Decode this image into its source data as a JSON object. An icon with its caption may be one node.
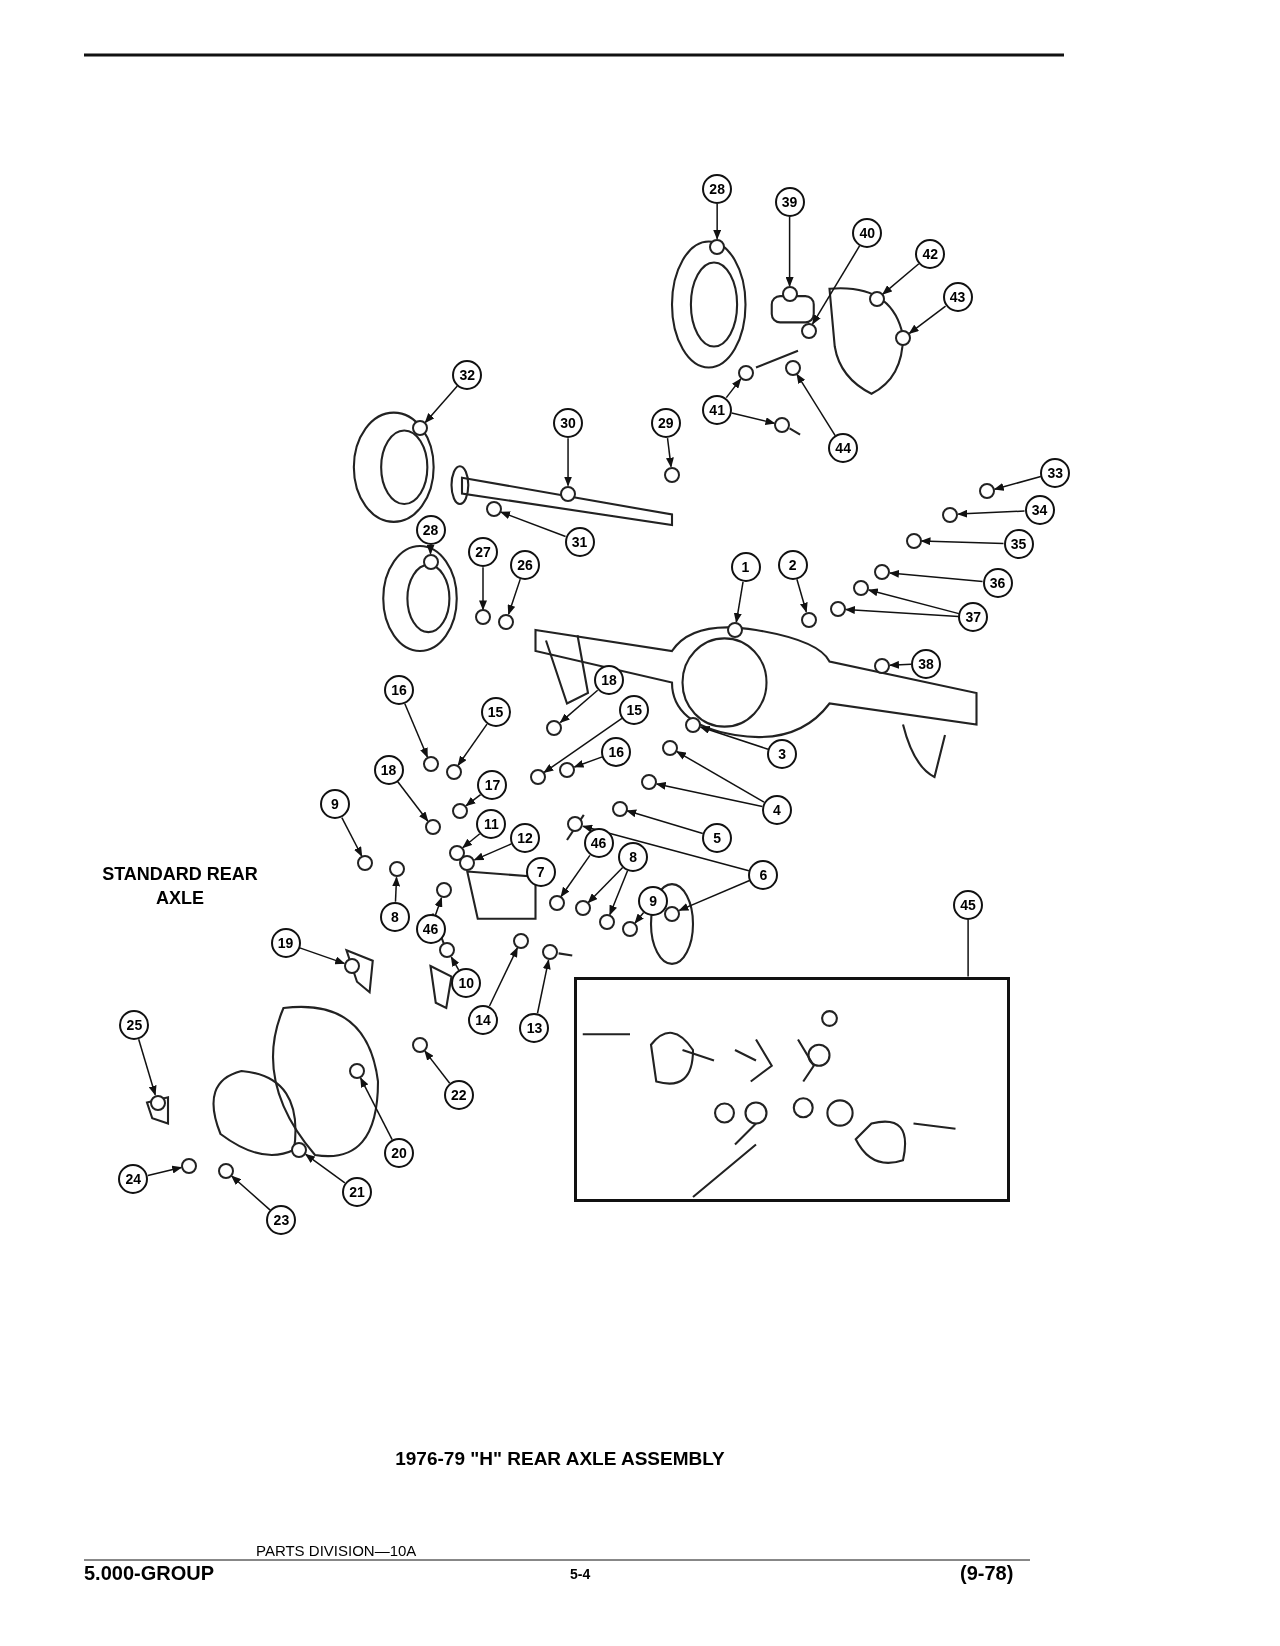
{
  "diagram": {
    "title": "1976-79 \"H\" REAR AXLE ASSEMBLY",
    "nodes": [
      {
        "text": [
          "28"
        ]
      },
      {
        "text": [
          "39"
        ]
      },
      {
        "text": [
          "40"
        ]
      },
      {
        "text": [
          "42"
        ]
      },
      {
        "text": [
          "43"
        ]
      },
      {
        "text": [
          "32"
        ]
      },
      {
        "text": [
          "30"
        ]
      },
      {
        "text": [
          "29"
        ]
      },
      {
        "text": [
          "41"
        ]
      },
      {
        "text": [
          "44"
        ]
      },
      {
        "text": [
          "33"
        ]
      },
      {
        "text": [
          "34"
        ]
      },
      {
        "text": [
          "35"
        ]
      },
      {
        "text": [
          "31"
        ]
      },
      {
        "text": [
          "28"
        ]
      },
      {
        "text": [
          "27"
        ]
      },
      {
        "text": [
          "26"
        ]
      },
      {
        "text": [
          "1"
        ]
      },
      {
        "text": [
          "2"
        ]
      },
      {
        "text": [
          "36"
        ]
      },
      {
        "text": [
          "37"
        ]
      },
      {
        "text": [
          "38"
        ]
      },
      {
        "text": [
          "16"
        ]
      },
      {
        "text": [
          "15"
        ]
      },
      {
        "text": [
          "18"
        ]
      },
      {
        "text": [
          "15"
        ]
      },
      {
        "text": [
          "16"
        ]
      },
      {
        "text": [
          "3"
        ]
      },
      {
        "text": [
          "17"
        ]
      },
      {
        "text": [
          "18"
        ]
      },
      {
        "text": [
          "4"
        ]
      },
      {
        "text": [
          "5"
        ]
      },
      {
        "text": [
          "9"
        ]
      },
      {
        "text": [
          "11"
        ]
      },
      {
        "text": [
          "12"
        ]
      },
      {
        "text": [
          "46"
        ]
      },
      {
        "text": [
          "8"
        ]
      },
      {
        "text": [
          "6"
        ]
      },
      {
        "text": [
          "7"
        ]
      },
      {
        "text": [
          "9"
        ]
      },
      {
        "text": [
          "8"
        ]
      },
      {
        "text": [
          "46"
        ]
      },
      {
        "text": [
          "45"
        ]
      },
      {
        "text": [
          "19"
        ]
      },
      {
        "text": [
          "10"
        ]
      },
      {
        "text": [
          "14"
        ]
      },
      {
        "text": [
          "13"
        ]
      },
      {
        "text": [
          "25"
        ]
      },
      {
        "text": [
          "22"
        ]
      },
      {
        "text": [
          "20"
        ]
      },
      {
        "text": [],
        "shape": "box"
      },
      {
        "text": [
          "24"
        ]
      },
      {
        "text": [
          "21"
        ]
      },
      {
        "text": [
          "23"
        ]
      },
      {
        "text": [],
        "shape": "circle"
      },
      {
        "text": [],
        "shape": "circle"
      },
      {
        "text": [],
        "shape": "circle"
      },
      {
        "text": [],
        "shape": "circle"
      },
      {
        "text": [],
        "shape": "circle"
      },
      {
        "text": [],
        "shape": "circle"
      },
      {
        "text": [],
        "shape": "circle"
      },
      {
        "text": [],
        "shape": "circle"
      },
      {
        "text": [],
        "shape": "circle"
      },
      {
        "text": [],
        "shape": "circle"
      },
      {
        "text": [],
        "shape": "circle"
      },
      {
        "text": [],
        "shape": "circle"
      },
      {
        "text": [],
        "shape": "circle"
      },
      {
        "text": [],
        "shape": "circle"
      },
      {
        "text": [],
        "shape": "circle"
      },
      {
        "text": [],
        "shape": "circle"
      },
      {
        "text": [],
        "shape": "circle"
      },
      {
        "text": [],
        "shape": "circle"
      },
      {
        "text": [],
        "shape": "circle"
      },
      {
        "text": [],
        "shape": "circle"
      },
      {
        "text": [],
        "shape": "circle"
      },
      {
        "text": [],
        "shape": "circle"
      },
      {
        "text": [],
        "shape": "circle"
      },
      {
        "text": [],
        "shape": "circle"
      },
      {
        "text": [],
        "shape": "circle"
      },
      {
        "text": [],
        "shape": "circle"
      },
      {
        "text": [],
        "shape": "circle"
      },
      {
        "text": [],
        "shape": "circle"
      },
      {
        "text": [],
        "shape": "circle"
      },
      {
        "text": [],
        "shape": "circle"
      },
      {
        "text": [],
        "shape": "circle"
      },
      {
        "text": [],
        "shape": "circle"
      },
      {
        "text": [],
        "shape": "circle"
      },
      {
        "text": [],
        "shape": "circle"
      },
      {
        "text": [],
        "shape": "circle"
      },
      {
        "text": [],
        "shape": "circle"
      },
      {
        "text": [],
        "shape": "circle"
      },
      {
        "text": [],
        "shape": "circle"
      },
      {
        "text": [],
        "shape": "circle"
      },
      {
        "text": [],
        "shape": "circle"
      },
      {
        "text": [],
        "shape": "circle"
      },
      {
        "text": [],
        "shape": "circle"
      },
      {
        "text": [],
        "shape": "circle"
      },
      {
        "text": [],
        "shape": "circle"
      },
      {
        "text": [],
        "shape": "circle"
      },
      {
        "text": [],
        "shape": "circle"
      },
      {
        "text": [],
        "shape": "circle"
      },
      {
        "text": [],
        "shape": "circle"
      },
      {
        "text": [],
        "shape": "circle"
      },
      {
        "text": [],
        "shape": "circle"
      },
      {
        "text": [],
        "shape": "circle"
      },
      {
        "text": [],
        "shape": "circle"
      },
      {
        "text": [],
        "shape": "circle"
      },
      {
        "text": [],
        "shape": "circle"
      },
      {
        "text": [],
        "shape": "circle"
      },
      {
        "text": [],
        "shape": "circle"
      }
    ],
    "edges": [
      {
        "from": 0,
        "to": 54,
        "arrow": "to"
      },
      {
        "from": 1,
        "to": 55,
        "arrow": "to"
      },
      {
        "from": 2,
        "to": 56,
        "arrow": "to"
      },
      {
        "from": 3,
        "to": 57,
        "arrow": "to"
      },
      {
        "from": 4,
        "to": 58,
        "arrow": "to"
      },
      {
        "from": 5,
        "to": 59,
        "arrow": "to"
      },
      {
        "from": 6,
        "to": 60,
        "arrow": "to"
      },
      {
        "from": 7,
        "to": 61,
        "arrow": "to"
      },
      {
        "from": 8,
        "to": 62,
        "arrow": "to"
      },
      {
        "from": 8,
        "to": 63,
        "arrow": "to"
      },
      {
        "from": 9,
        "to": 64,
        "arrow": "to"
      },
      {
        "from": 10,
        "to": 65,
        "arrow": "to"
      },
      {
        "from": 11,
        "to": 66,
        "arrow": "to"
      },
      {
        "from": 12,
        "to": 67,
        "arrow": "to"
      },
      {
        "from": 13,
        "to": 68,
        "arrow": "to"
      },
      {
        "from": 14,
        "to": 69,
        "arrow": "to"
      },
      {
        "from": 15,
        "to": 70,
        "arrow": "to"
      },
      {
        "from": 16,
        "to": 71,
        "arrow": "to"
      },
      {
        "from": 17,
        "to": 72,
        "arrow": "to"
      },
      {
        "from": 18,
        "to": 73,
        "arrow": "to"
      },
      {
        "from": 19,
        "to": 74,
        "arrow": "to"
      },
      {
        "from": 20,
        "to": 75,
        "arrow": "to"
      },
      {
        "from": 20,
        "to": 76,
        "arrow": "to"
      },
      {
        "from": 21,
        "to": 77,
        "arrow": "to"
      },
      {
        "from": 22,
        "to": 78,
        "arrow": "to"
      },
      {
        "from": 23,
        "to": 79,
        "arrow": "to"
      },
      {
        "from": 24,
        "to": 80,
        "arrow": "to"
      },
      {
        "from": 25,
        "to": 81,
        "arrow": "to"
      },
      {
        "from": 26,
        "to": 82,
        "arrow": "to"
      },
      {
        "from": 27,
        "to": 83,
        "arrow": "to"
      },
      {
        "from": 28,
        "to": 84,
        "arrow": "to"
      },
      {
        "from": 29,
        "to": 85,
        "arrow": "to"
      },
      {
        "from": 30,
        "to": 86,
        "arrow": "to"
      },
      {
        "from": 30,
        "to": 87,
        "arrow": "to"
      },
      {
        "from": 31,
        "to": 88,
        "arrow": "to"
      },
      {
        "from": 32,
        "to": 89,
        "arrow": "to"
      },
      {
        "from": 33,
        "to": 90,
        "arrow": "to"
      },
      {
        "from": 34,
        "to": 91,
        "arrow": "to"
      },
      {
        "from": 35,
        "to": 92,
        "arrow": "to"
      },
      {
        "from": 36,
        "to": 93,
        "arrow": "to"
      },
      {
        "from": 36,
        "to": 94,
        "arrow": "to"
      },
      {
        "from": 37,
        "to": 95,
        "arrow": "to"
      },
      {
        "from": 37,
        "to": 96,
        "arrow": "to"
      },
      {
        "from": 39,
        "to": 97,
        "arrow": "to"
      },
      {
        "from": 40,
        "to": 98,
        "arrow": "to"
      },
      {
        "from": 41,
        "to": 99,
        "arrow": "to"
      },
      {
        "from": 42,
        "to": 50,
        "arrow": "none"
      },
      {
        "from": 43,
        "to": 100,
        "arrow": "to"
      },
      {
        "from": 44,
        "to": 101,
        "arrow": "to"
      },
      {
        "from": 45,
        "to": 102,
        "arrow": "to"
      },
      {
        "from": 46,
        "to": 103,
        "arrow": "to"
      },
      {
        "from": 47,
        "to": 104,
        "arrow": "to"
      },
      {
        "from": 48,
        "to": 105,
        "arrow": "to"
      },
      {
        "from": 49,
        "to": 106,
        "arrow": "to"
      },
      {
        "from": 51,
        "to": 107,
        "arrow": "to"
      },
      {
        "from": 52,
        "to": 108,
        "arrow": "to"
      },
      {
        "from": 53,
        "to": 109,
        "arrow": "to"
      }
    ],
    "labels": [
      "STANDARD REAR AXLE",
      "PARTS DIVISION—10A",
      "5.000-GROUP",
      "5-4",
      "(9-78)"
    ]
  }
}
